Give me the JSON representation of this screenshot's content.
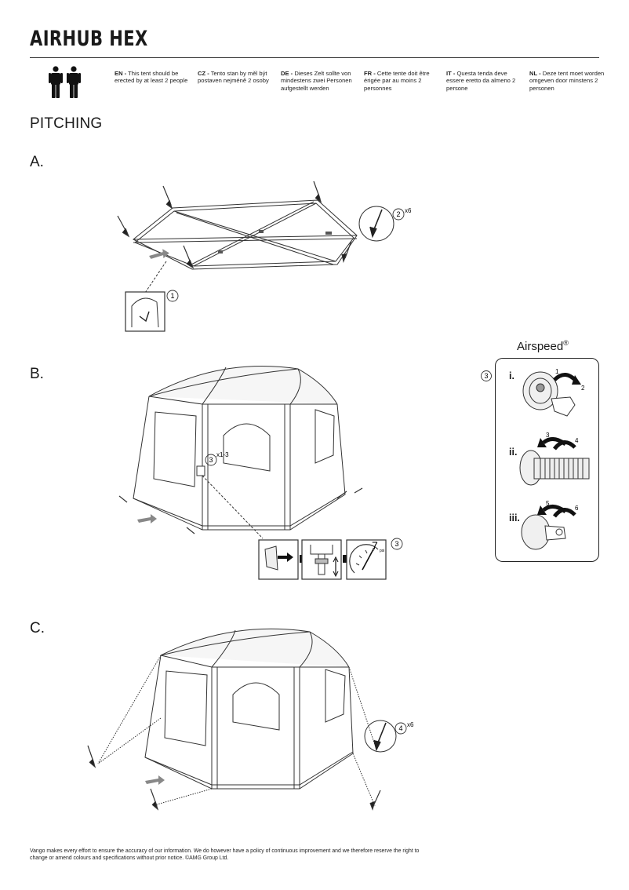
{
  "brand": "AIRHUB HEX",
  "languages": [
    {
      "code": "EN -",
      "text": "This tent should be erected by at least 2 people"
    },
    {
      "code": "CZ -",
      "text": "Tento stan by měl být postaven nejméně 2 osoby"
    },
    {
      "code": "DE -",
      "text": "Dieses Zelt sollte von mindestens zwei Personen aufgestellt werden"
    },
    {
      "code": "FR -",
      "text": "Cette tente doit être érigée par au moins 2 personnes"
    },
    {
      "code": "IT -",
      "text": "Questa tenda deve essere eretto da almeno 2 persone"
    },
    {
      "code": "NL -",
      "text": "Deze tent moet worden omgeven door minstens 2 personen"
    }
  ],
  "section_title": "PITCHING",
  "steps": {
    "a": {
      "label": "A.",
      "callout_peg": "2",
      "peg_count": "x6",
      "callout_door": "1"
    },
    "b": {
      "label": "B.",
      "callout_valve": "3",
      "valve_count": "x1-3",
      "callout_seq": "3",
      "gauge_value": "7",
      "gauge_unit": "psi"
    },
    "c": {
      "label": "C.",
      "callout_line": "4",
      "line_count": "x6"
    }
  },
  "airspeed": {
    "title": "Airspeed",
    "reg": "®",
    "callout": "3",
    "items": [
      {
        "roman": "i.",
        "n1": "1",
        "n2": "2"
      },
      {
        "roman": "ii.",
        "n1": "3",
        "n2": "4"
      },
      {
        "roman": "iii.",
        "n1": "5",
        "n2": "6"
      }
    ]
  },
  "footer": "Vango makes every effort to ensure the accuracy of our information. We do however have a policy of continuous improvement and we therefore reserve the right to change or amend colours and specifications without prior notice. ©AMG Group Ltd.",
  "icons": [
    "two-people-icon",
    "tent-peg-icon",
    "arrow-icon",
    "pump-icon",
    "pressure-gauge-icon",
    "valve-icon",
    "hose-icon"
  ]
}
